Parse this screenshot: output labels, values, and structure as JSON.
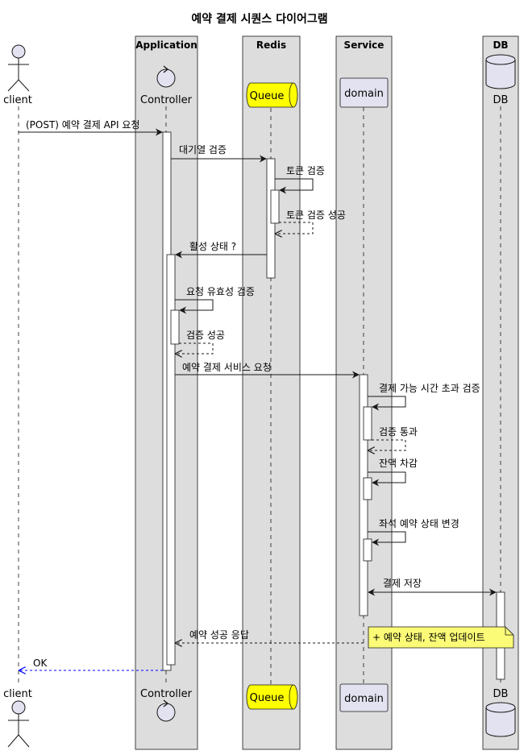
{
  "diagram": {
    "title": "예약 결제 시퀀스 다이어그램",
    "colors": {
      "box_fill": "#dddddd",
      "participant_fill": "#e2e2f0",
      "queue_fill": "#ffff00",
      "note_fill": "#fbfb77",
      "reply_blue": "#0000ff",
      "line": "#181818"
    },
    "boxes": [
      {
        "name": "Application"
      },
      {
        "name": "Redis"
      },
      {
        "name": "Service"
      },
      {
        "name": "DB"
      }
    ],
    "participants": [
      {
        "key": "client",
        "label": "client",
        "kind": "actor-icon"
      },
      {
        "key": "controller",
        "label": "Controller",
        "kind": "control-icon"
      },
      {
        "key": "queue",
        "label": "Queue",
        "kind": "queue"
      },
      {
        "key": "domain",
        "label": "domain",
        "kind": "participant"
      },
      {
        "key": "db",
        "label": "DB",
        "kind": "database-icon"
      }
    ],
    "messages": [
      {
        "label": "(POST) 예약 결제 API 요청",
        "from": "client",
        "to": "controller",
        "style": "sync"
      },
      {
        "label": "대기열 검증",
        "from": "controller",
        "to": "queue",
        "style": "sync"
      },
      {
        "label": "토큰 검증",
        "from": "queue",
        "to": "queue",
        "style": "self"
      },
      {
        "label": "토큰 검증 성공",
        "from": "queue",
        "to": "queue",
        "style": "self-reply"
      },
      {
        "label": "활성 상태 ?",
        "from": "queue",
        "to": "controller",
        "style": "sync"
      },
      {
        "label": "요청 유효성 검증",
        "from": "controller",
        "to": "controller",
        "style": "self"
      },
      {
        "label": "검증 성공",
        "from": "controller",
        "to": "controller",
        "style": "self-reply"
      },
      {
        "label": "예약 결제 서비스 요청",
        "from": "controller",
        "to": "domain",
        "style": "sync"
      },
      {
        "label": "결제 가능 시간 초과 검증",
        "from": "domain",
        "to": "domain",
        "style": "self"
      },
      {
        "label": "검증 통과",
        "from": "domain",
        "to": "domain",
        "style": "self-reply"
      },
      {
        "label": "잔액 차감",
        "from": "domain",
        "to": "domain",
        "style": "self"
      },
      {
        "label": "좌석 예약 상태 변경",
        "from": "domain",
        "to": "domain",
        "style": "self"
      },
      {
        "label": "결제 저장",
        "from": "domain",
        "to": "db",
        "style": "bidirectional"
      },
      {
        "label": "예약 성공 응답",
        "from": "domain",
        "to": "controller",
        "style": "reply"
      },
      {
        "label": "OK",
        "from": "controller",
        "to": "client",
        "style": "reply-blue"
      }
    ],
    "note": {
      "text": "+ 예약 상태, 잔액 업데이트"
    }
  }
}
